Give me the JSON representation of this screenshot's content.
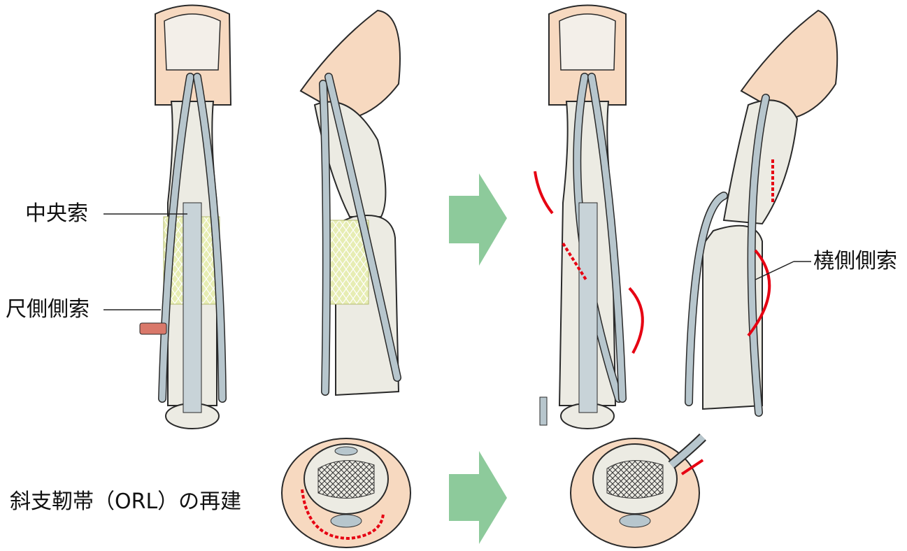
{
  "labels": {
    "central_slip": "中央索",
    "ulnar_lateral_band": "尺側側索",
    "radial_lateral_band": "橈側側索",
    "orl_reconstruction": "斜支靭帯（ORL）の再建"
  },
  "colors": {
    "skin": "#f7d9c0",
    "bone": "#ecebe3",
    "tendon": "#b7c6cd",
    "graft_mesh": "#e7edb3",
    "arrow_green": "#8dca9b",
    "arrow_red": "#e60012"
  }
}
